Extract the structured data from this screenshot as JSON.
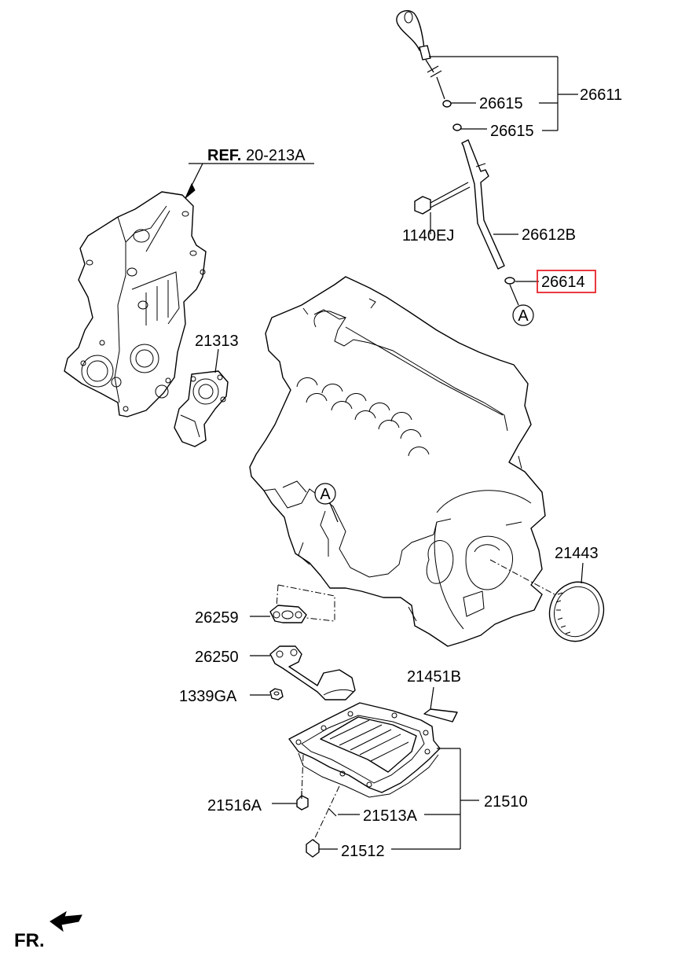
{
  "diagram": {
    "ref_label": "REF.",
    "ref_number": "20-213A",
    "orientation_label": "FR.",
    "highlight_color": "#e8232a",
    "parts": {
      "p26611": "26611",
      "p26615a": "26615",
      "p26615b": "26615",
      "p1140EJ": "1140EJ",
      "p26612B": "26612B",
      "p26614": "26614",
      "p21313": "21313",
      "p21443": "21443",
      "p26259": "26259",
      "p26250": "26250",
      "p1339GA": "1339GA",
      "p21451B": "21451B",
      "p21510": "21510",
      "p21516A": "21516A",
      "p21513A": "21513A",
      "p21512": "21512"
    },
    "connectors": {
      "a_top": "A",
      "a_engine": "A"
    },
    "icons": {
      "direction_arrow": "fr-arrow-icon"
    }
  }
}
